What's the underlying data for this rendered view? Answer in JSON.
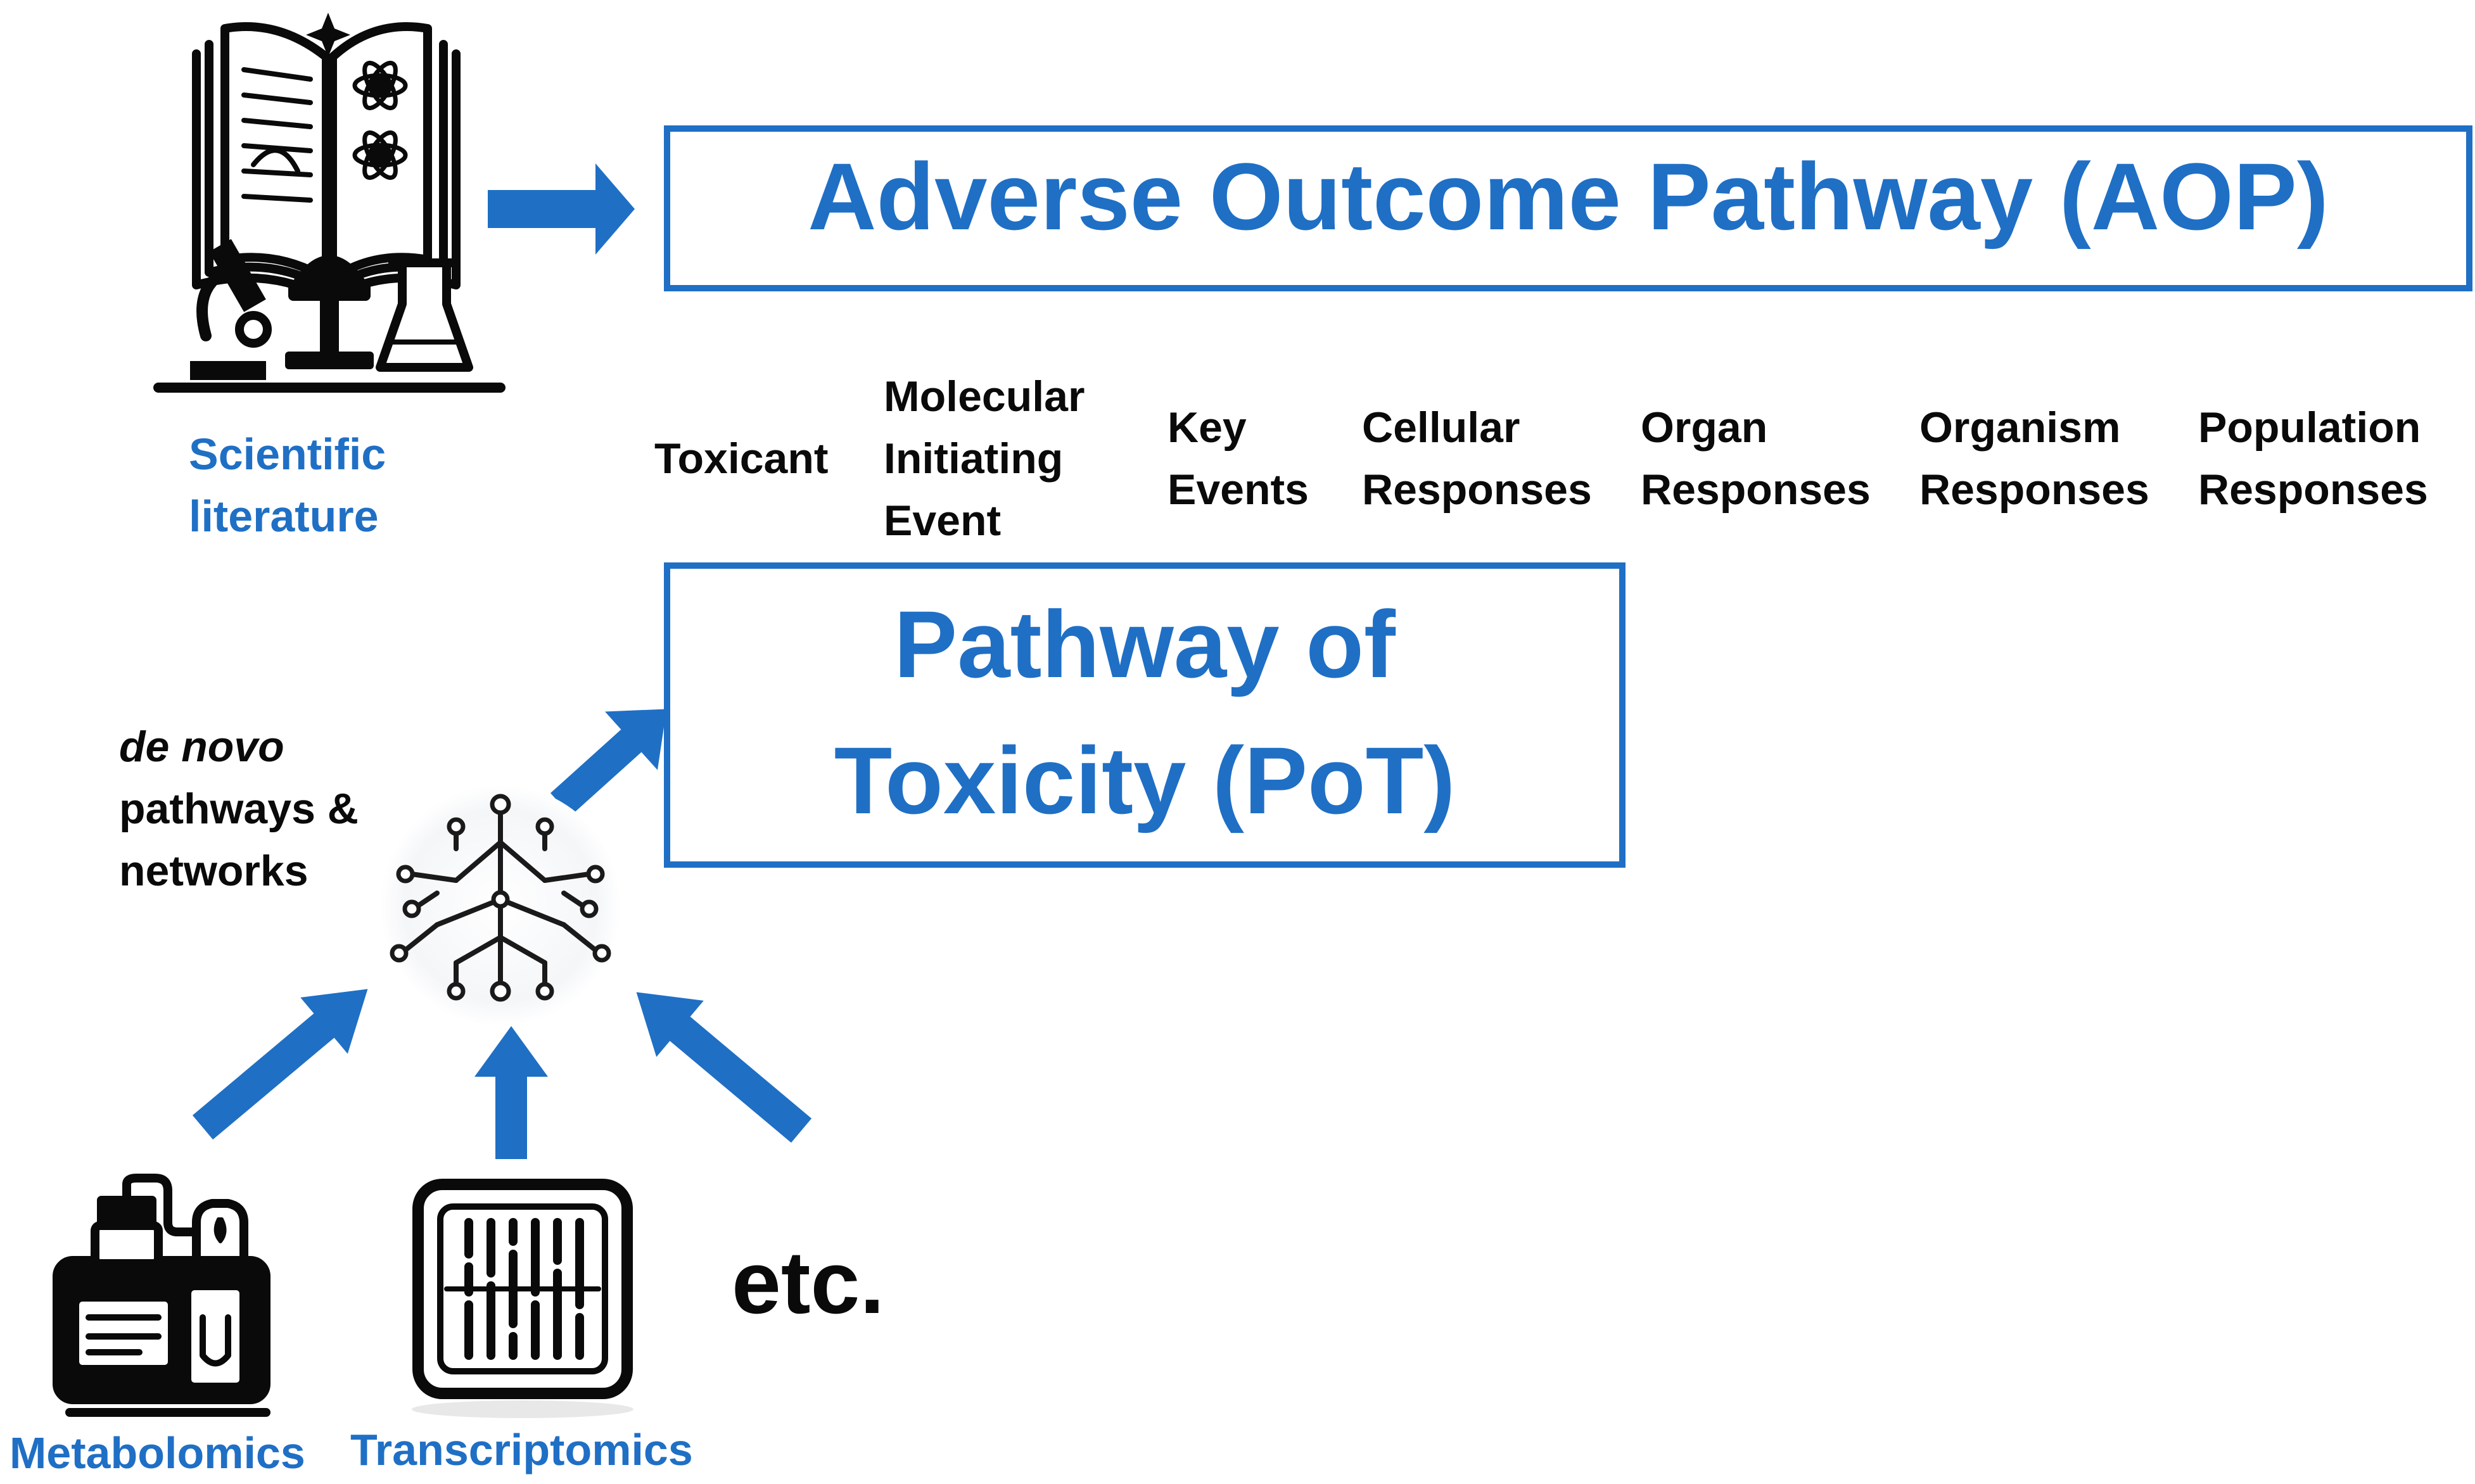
{
  "aop_box": {
    "title": "Adverse Outcome Pathway (AOP)"
  },
  "pot_box": {
    "line1": "Pathway of",
    "line2": "Toxicity (PoT)"
  },
  "literature": {
    "line1": "Scientific",
    "line2": "literature"
  },
  "stages": [
    {
      "line1": "Toxicant",
      "line2": "",
      "line3": ""
    },
    {
      "line1": "Molecular",
      "line2": "Initiating",
      "line3": "Event"
    },
    {
      "line1": "Key",
      "line2": "Events",
      "line3": ""
    },
    {
      "line1": "Cellular",
      "line2": "Responses",
      "line3": ""
    },
    {
      "line1": "Organ",
      "line2": "Responses",
      "line3": ""
    },
    {
      "line1": "Organism",
      "line2": "Responses",
      "line3": ""
    },
    {
      "line1": "Population",
      "line2": "Responses",
      "line3": ""
    }
  ],
  "denovo": {
    "line1": "de novo",
    "line2": "pathways &",
    "line3": "networks"
  },
  "inputs": {
    "metabolomics": "Metabolomics",
    "transcriptomics": "Transcriptomics",
    "etc": "etc."
  },
  "colors": {
    "accent": "#1f6fc5",
    "icon": "#0a0a0a"
  },
  "icons": [
    "book-lab-icon",
    "neural-network-icon",
    "lab-instrument-icon",
    "microarray-chip-icon"
  ]
}
